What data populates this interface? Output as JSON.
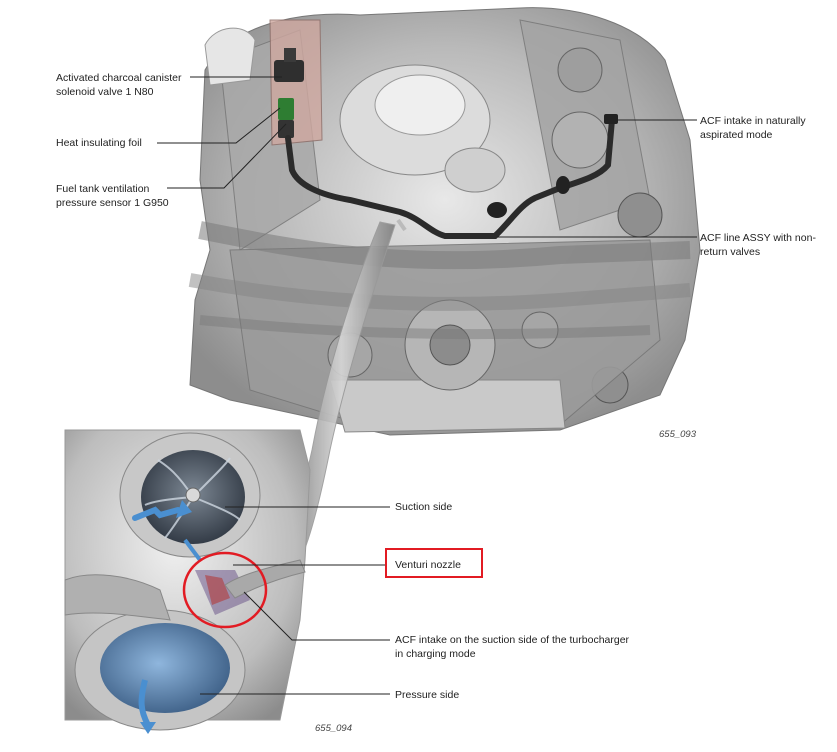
{
  "labels": {
    "n80": "Activated charcoal canister\nsolenoid valve 1 N80",
    "foil": "Heat insulating foil",
    "g950": "Fuel tank ventilation\npressure sensor 1 G950",
    "acf_intake_na": "ACF intake in naturally\naspirated mode",
    "acf_line": "ACF line ASSY with non-\nreturn valves",
    "suction": "Suction side",
    "venturi": "Venturi nozzle",
    "acf_charging": "ACF intake on the suction side of the turbocharger\nin charging mode",
    "pressure": "Pressure side"
  },
  "figure_ids": {
    "engine": "655_093",
    "turbo": "655_094"
  },
  "colors": {
    "highlight": "#e21b23",
    "leader": "#222222",
    "acf_line": "#2b2b2b",
    "airflow": "#4a8fd0"
  }
}
